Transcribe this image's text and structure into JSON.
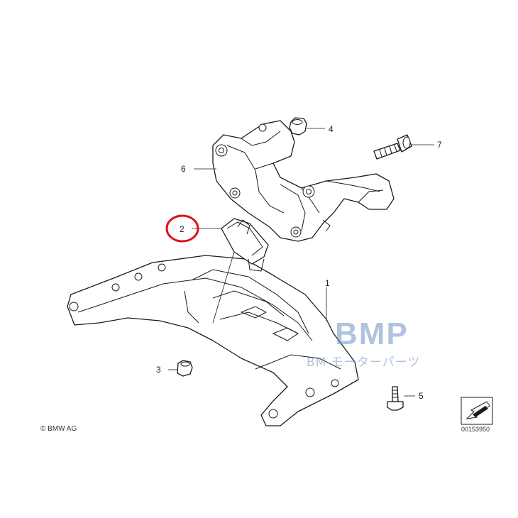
{
  "callouts": {
    "c1": "1",
    "c2": "2",
    "c3": "3",
    "c4": "4",
    "c5": "5",
    "c6": "6",
    "c7": "7"
  },
  "highlight_color": "#e0101a",
  "watermark": {
    "title": "BMP",
    "subtitle": "BM モーターパーツ",
    "color": "#6f93c7"
  },
  "copyright": "© BMW AG",
  "document_number": "00153950"
}
